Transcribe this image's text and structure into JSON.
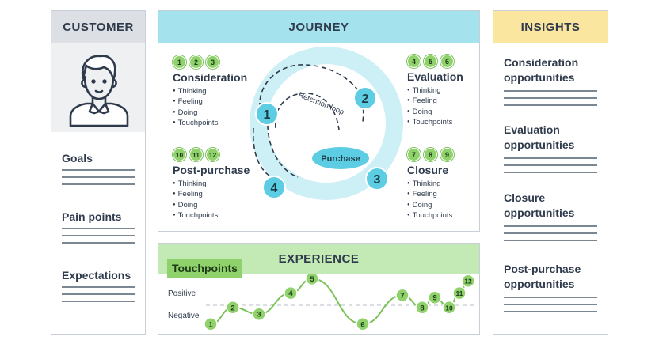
{
  "customer": {
    "header": "CUSTOMER",
    "sections": [
      {
        "title": "Goals"
      },
      {
        "title": "Pain points"
      },
      {
        "title": "Expectations"
      }
    ]
  },
  "journey": {
    "header": "JOURNEY",
    "retention_label": "Retention loop",
    "purchase_label": "Purchase",
    "ring_numbers": [
      "1",
      "2",
      "3",
      "4"
    ],
    "stages": [
      {
        "title": "Consideration",
        "badges": [
          "1",
          "2",
          "3"
        ],
        "items": [
          "Thinking",
          "Feeling",
          "Doing",
          "Touchpoints"
        ]
      },
      {
        "title": "Evaluation",
        "badges": [
          "4",
          "5",
          "6"
        ],
        "items": [
          "Thinking",
          "Feeling",
          "Doing",
          "Touchpoints"
        ]
      },
      {
        "title": "Post-purchase",
        "badges": [
          "10",
          "11",
          "12"
        ],
        "items": [
          "Thinking",
          "Feeling",
          "Doing",
          "Touchpoints"
        ]
      },
      {
        "title": "Closure",
        "badges": [
          "7",
          "8",
          "9"
        ],
        "items": [
          "Thinking",
          "Feeling",
          "Doing",
          "Touchpoints"
        ]
      }
    ]
  },
  "insights": {
    "header": "INSIGHTS",
    "sections": [
      {
        "title": "Consideration opportunities"
      },
      {
        "title": "Evaluation opportunities"
      },
      {
        "title": "Closure opportunities"
      },
      {
        "title": "Post-purchase opportunities"
      }
    ]
  },
  "experience": {
    "header": "EXPERIENCE",
    "touchpoints_label": "Touchpoints",
    "positive_label": "Positive",
    "negative_label": "Negative",
    "points": [
      {
        "n": "1",
        "level": -0.85
      },
      {
        "n": "2",
        "level": -0.1
      },
      {
        "n": "3",
        "level": -0.4
      },
      {
        "n": "4",
        "level": 0.55
      },
      {
        "n": "5",
        "level": 1.2
      },
      {
        "n": "6",
        "level": -0.85
      },
      {
        "n": "7",
        "level": 0.45
      },
      {
        "n": "8",
        "level": -0.1
      },
      {
        "n": "9",
        "level": 0.35
      },
      {
        "n": "10",
        "level": -0.1
      },
      {
        "n": "11",
        "level": 0.55
      },
      {
        "n": "12",
        "level": 1.1
      }
    ]
  },
  "colors": {
    "journey_ring": "#cdeff6",
    "journey_node": "#5ccde2",
    "experience_line": "#7cc25a",
    "badge_green": "#8fd16a"
  }
}
